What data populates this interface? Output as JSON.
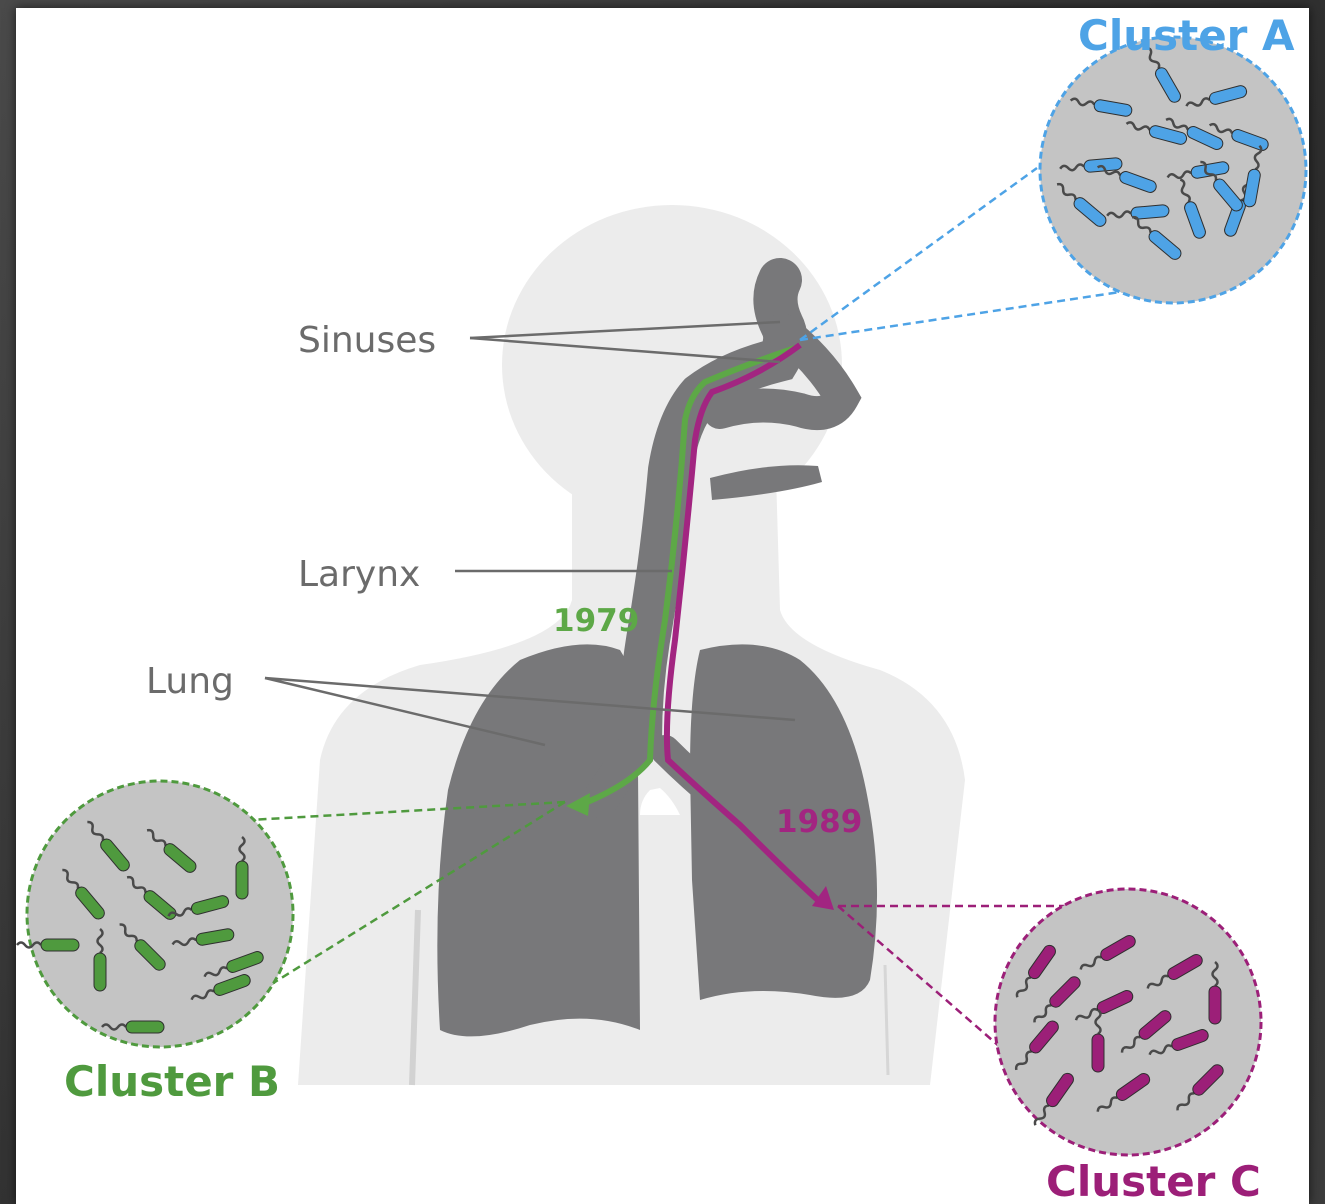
{
  "labels": {
    "sinuses": "Sinuses",
    "larynx": "Larynx",
    "lung": "Lung"
  },
  "clusters": [
    {
      "name": "Cluster A",
      "color": "#4ea3e6"
    },
    {
      "name": "Cluster B",
      "color": "#4f9a3e"
    },
    {
      "name": "Cluster C",
      "color": "#9c1f78"
    }
  ],
  "years": {
    "green": "1979",
    "magenta": "1989"
  },
  "colors": {
    "body": "#ececec",
    "airway": "#78787a",
    "circle_fill": "#c4c4c4",
    "tail": "#4a4a4a",
    "leader": "#6b6b6b"
  }
}
